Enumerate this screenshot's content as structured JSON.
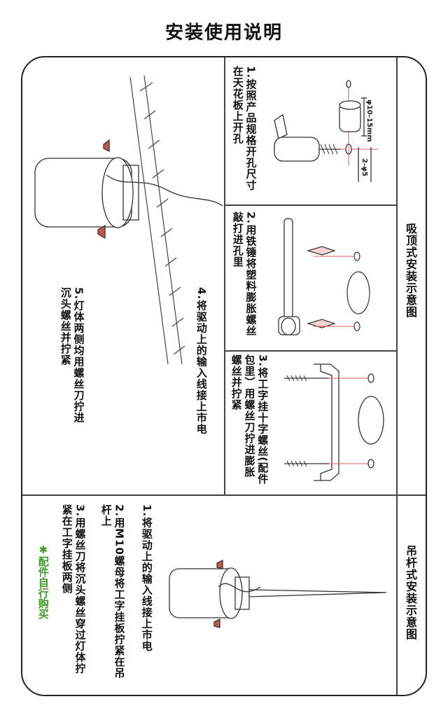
{
  "page_title": "安装使用说明",
  "ceiling": {
    "section_title": "吸顶式安装示意图",
    "step1": "1.按照产品规格开孔尺寸在天花板上开孔",
    "step1_dim_a": "φ10-15mm",
    "step1_dim_b": "2-φ5",
    "step2": "2.用铁锤将塑料膨胀螺丝敲打进孔里",
    "step3": "3.将工字挂十字螺丝(配件包里）用螺丝刀拧进膨胀螺丝并拧紧",
    "step4": "4.将驱动上的输入线接上市电",
    "step5": "5.灯体两侧均用螺丝刀拧进沉头螺丝并拧紧"
  },
  "pendant": {
    "section_title": "吊杆式安装示意图",
    "step1": "1.将驱动上的输入线接上市电",
    "step2": "2.用M10螺母将工字挂板拧紧在吊杆上",
    "step3": "3.用螺丝刀将沉头螺丝穿过灯体拧紧在工字挂板两侧",
    "note": "✱配件自行购买"
  },
  "colors": {
    "accent_green": "#3f9a2a",
    "guide_red": "#e35a5a"
  }
}
